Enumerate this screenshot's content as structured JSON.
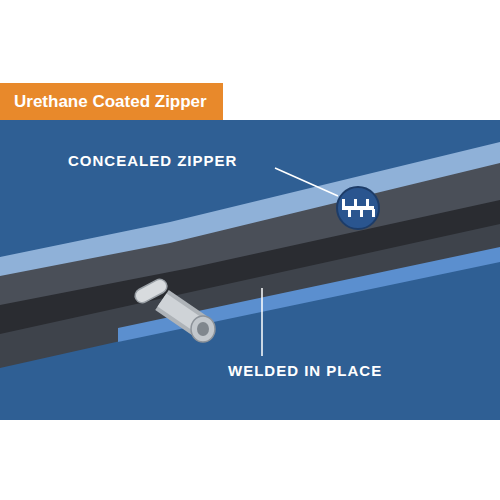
{
  "diagram": {
    "title": "Urethane Coated Zipper",
    "labels": [
      "CONCEALED ZIPPER",
      "WELDED IN PLACE"
    ]
  }
}
